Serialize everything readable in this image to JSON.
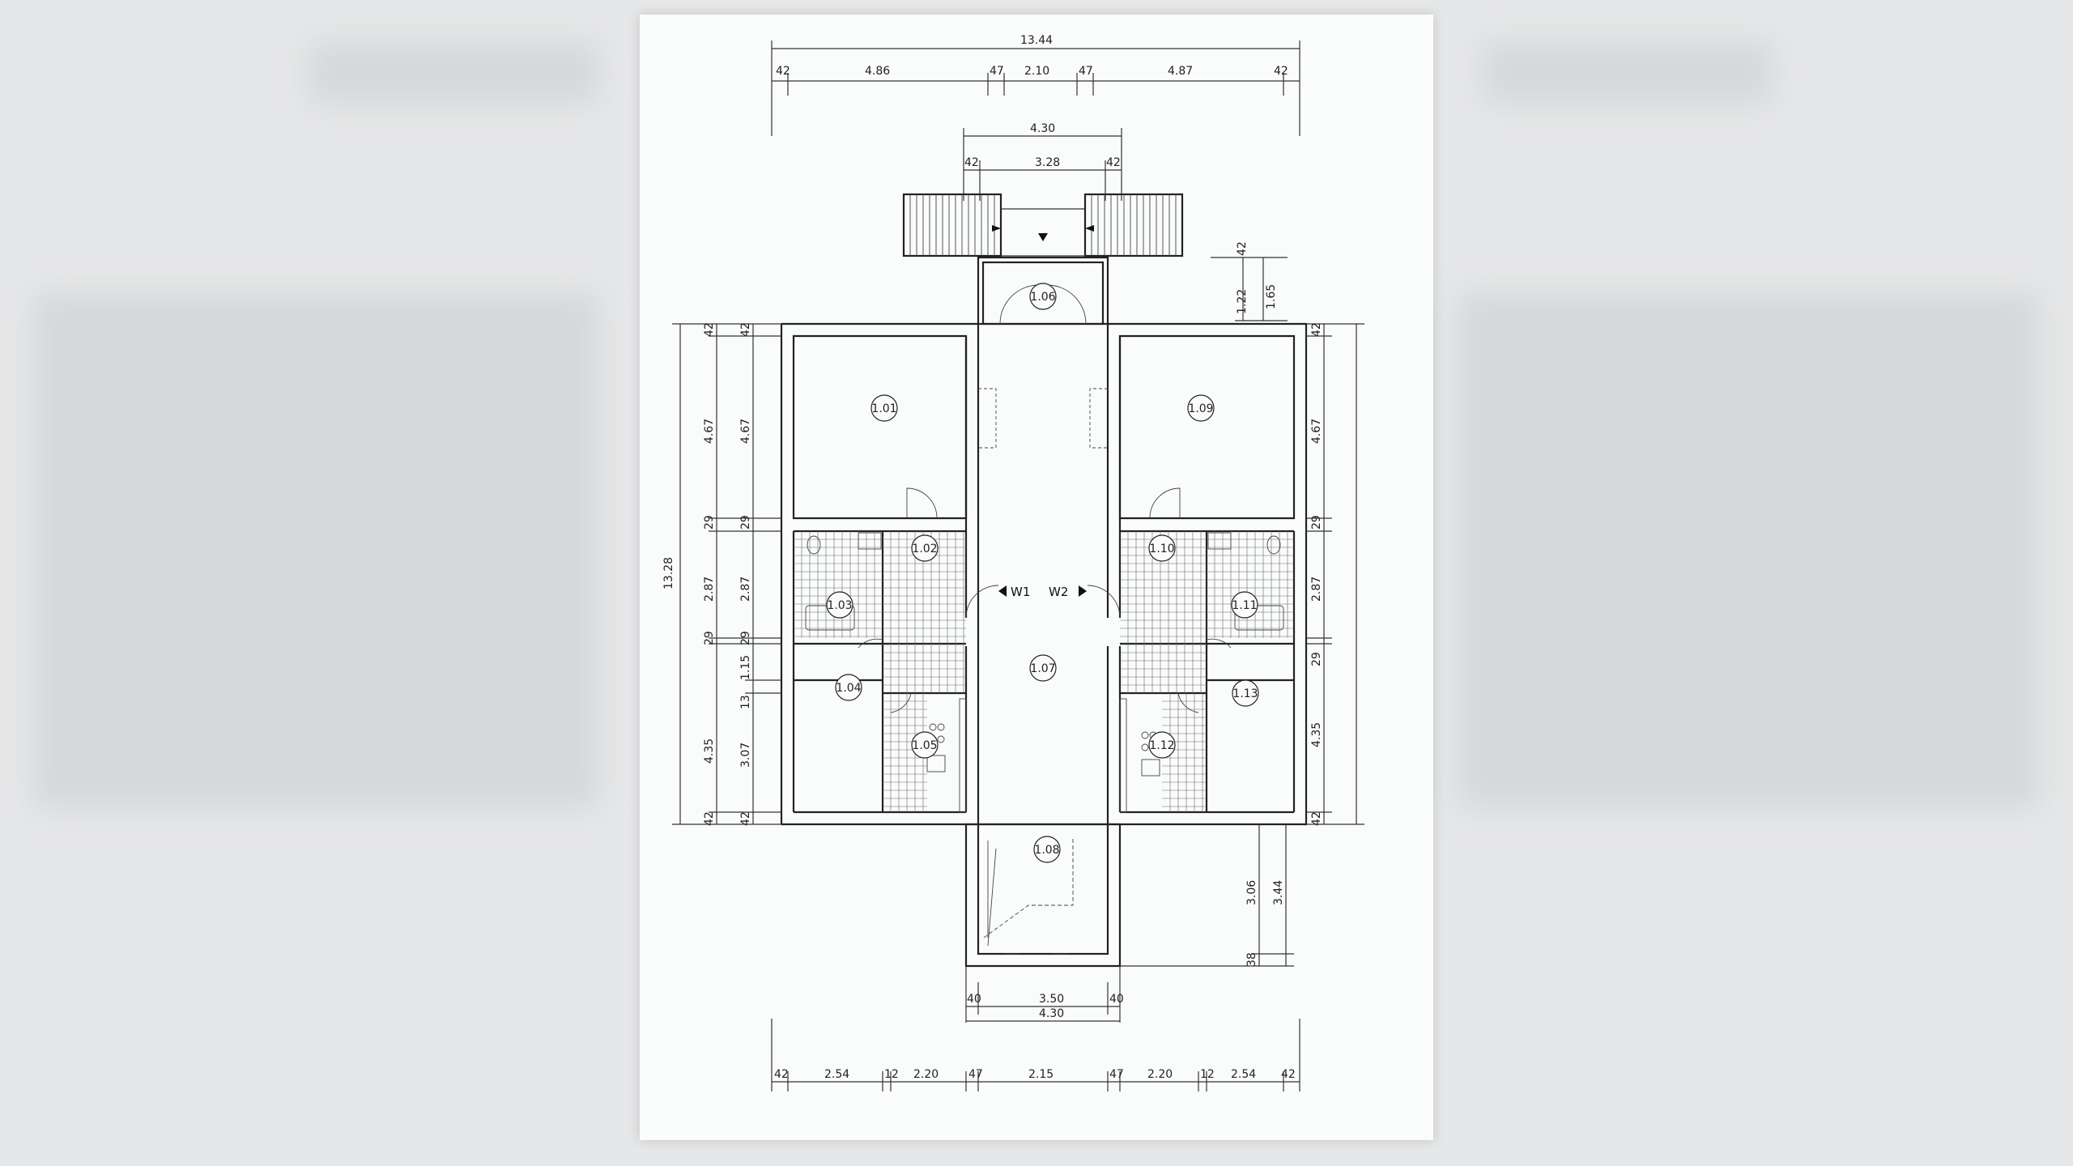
{
  "dimensions": {
    "overall_width": "13.44",
    "top_row": [
      "42",
      "4.86",
      "47",
      "2.10",
      "47",
      "4.87",
      "42"
    ],
    "entry_width": "4.30",
    "entry_row": [
      "42",
      "3.28",
      "42"
    ],
    "right_top": [
      "42",
      "1.22",
      "1.65"
    ],
    "left_outer_height": "13.28",
    "left_outer": [
      "42",
      "4.67",
      "29",
      "2.87",
      "29",
      "4.35",
      "42"
    ],
    "left_inner": [
      "42",
      "4.67",
      "29",
      "2.87",
      "29",
      "1.15",
      "13",
      "3.07",
      "42"
    ],
    "right_outer": [
      "42",
      "4.67",
      "29",
      "2.87",
      "29",
      "4.35",
      "42"
    ],
    "stair_right": [
      "3.06",
      "3.44",
      "38"
    ],
    "stair_bottom": [
      "40",
      "3.50",
      "40"
    ],
    "stair_width": "4.30",
    "bottom_row": [
      "42",
      "2.54",
      "12",
      "2.20",
      "47",
      "2.15",
      "47",
      "2.20",
      "12",
      "2.54",
      "42"
    ]
  },
  "rooms": {
    "r106": "1.06",
    "r101": "1.01",
    "r109": "1.09",
    "r102": "1.02",
    "r110": "1.10",
    "r103": "1.03",
    "r111": "1.11",
    "r107": "1.07",
    "r104": "1.04",
    "r113": "1.13",
    "r105": "1.05",
    "r112": "1.12",
    "r108": "1.08"
  },
  "doors": {
    "w1": "W1",
    "w2": "W2"
  }
}
